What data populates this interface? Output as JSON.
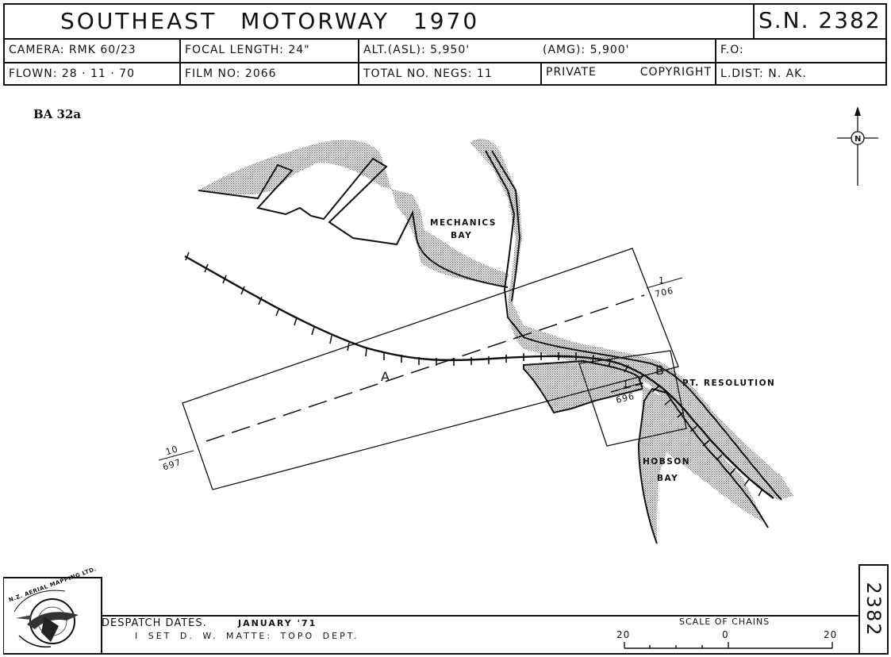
{
  "header": {
    "title": "SOUTHEAST MOTORWAY 1970",
    "sn": "S.N. 2382",
    "camera": "CAMERA: RMK 60/23",
    "focal_length": "FOCAL LENGTH: 24\"",
    "alt_asl": "ALT.(ASL): 5,950'",
    "alt_amg": "(AMG): 5,900'",
    "fo": "F.O:",
    "flown": "FLOWN: 28 · 11 · 70",
    "film_no": "FILM NO: 2066",
    "total_negs": "TOTAL NO. NEGS: 11",
    "private": "PRIVATE",
    "copyright": "COPYRIGHT",
    "l_dist": "L.DIST: N. AK."
  },
  "sheet_ref": "BA 32a",
  "map": {
    "labels": {
      "mechanics": "MECHANICS",
      "bay1": "BAY",
      "pt_resolution": "PT. RESOLUTION",
      "hobson": "HOBSON",
      "bay2": "BAY"
    },
    "run_a": "A",
    "run_b": "B",
    "frames": {
      "a_start_top": "10",
      "a_start_bottom": "697",
      "a_end_top": "1",
      "a_end_bottom": "706",
      "b_top": "1",
      "b_bottom": "696"
    },
    "north": "N"
  },
  "footer": {
    "logo_text": "N.Z. AERIAL MAPPING LTD.",
    "despatch_label": "DESPATCH DATES.",
    "despatch_date": "JANUARY '71",
    "set_line": "I SET D. W. MATTE: TOPO DEPT.",
    "scale_label": "SCALE OF CHAINS",
    "scale_left": "20",
    "scale_mid": "0",
    "scale_right": "20",
    "vertical_sn": "2382"
  }
}
